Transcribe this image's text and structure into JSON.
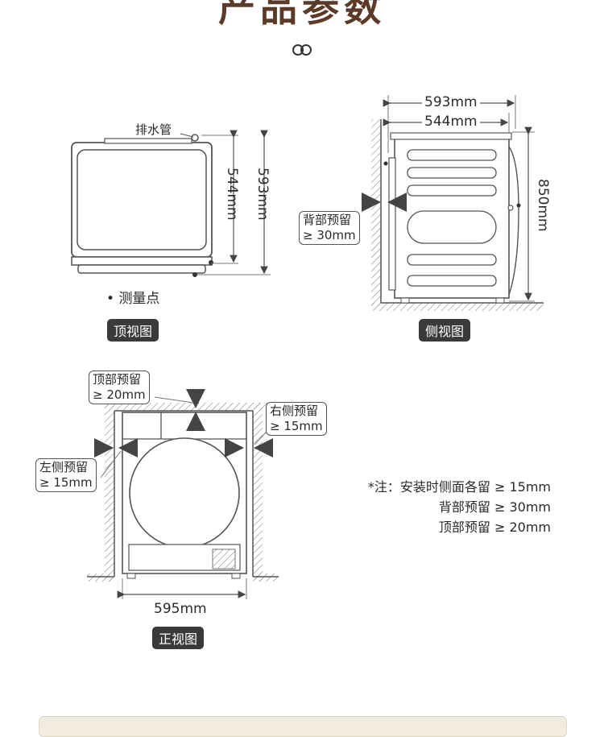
{
  "title": "产品参数",
  "top_view": {
    "drain_label": "排水管",
    "dim_depth_inner": "544mm",
    "dim_depth_outer": "593mm",
    "measure_point": "测量点",
    "tag": "顶视图"
  },
  "side_view": {
    "dim_top_outer": "593mm",
    "dim_top_inner": "544mm",
    "dim_height": "850mm",
    "back_clearance_title": "背部预留",
    "back_clearance_value": "≥ 30mm",
    "tag": "侧视图"
  },
  "front_view": {
    "top_clearance_title": "顶部预留",
    "top_clearance_value": "≥ 20mm",
    "right_clearance_title": "右侧预留",
    "right_clearance_value": "≥ 15mm",
    "left_clearance_title": "左侧预留",
    "left_clearance_value": "≥ 15mm",
    "dim_width": "595mm",
    "tag": "正视图"
  },
  "notes": [
    "*注：安装时侧面各留 ≥ 15mm",
    "背部预留 ≥ 30mm",
    "顶部预留 ≥ 20mm"
  ],
  "colors": {
    "title": "#5b3a27",
    "tag_bg": "#3a3a3a",
    "line": "#555555"
  }
}
